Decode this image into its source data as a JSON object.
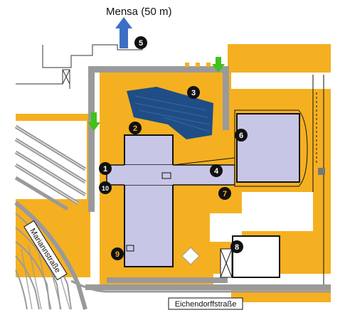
{
  "mensa_label": "Mensa (50 m)",
  "streets": {
    "south": "Eichendorffstraße",
    "west": "Mariannstraße"
  },
  "markers": [
    {
      "id": "1",
      "style": "black"
    },
    {
      "id": "2",
      "style": "black-orange"
    },
    {
      "id": "3",
      "style": "black"
    },
    {
      "id": "4",
      "style": "black"
    },
    {
      "id": "5",
      "style": "black"
    },
    {
      "id": "6",
      "style": "black"
    },
    {
      "id": "7",
      "style": "black-orange"
    },
    {
      "id": "8",
      "style": "black"
    },
    {
      "id": "9",
      "style": "black-orange"
    },
    {
      "id": "10",
      "style": "black"
    }
  ],
  "colors": {
    "orange": "#f5b021",
    "building": "#c7c6e6",
    "courtyard": "#1f4d86",
    "road": "#9a9a9a",
    "arrow_green": "#42c11a",
    "arrow_blue": "#3d6fc4"
  },
  "icons": [
    "up-arrow-icon",
    "down-arrow-icon"
  ]
}
